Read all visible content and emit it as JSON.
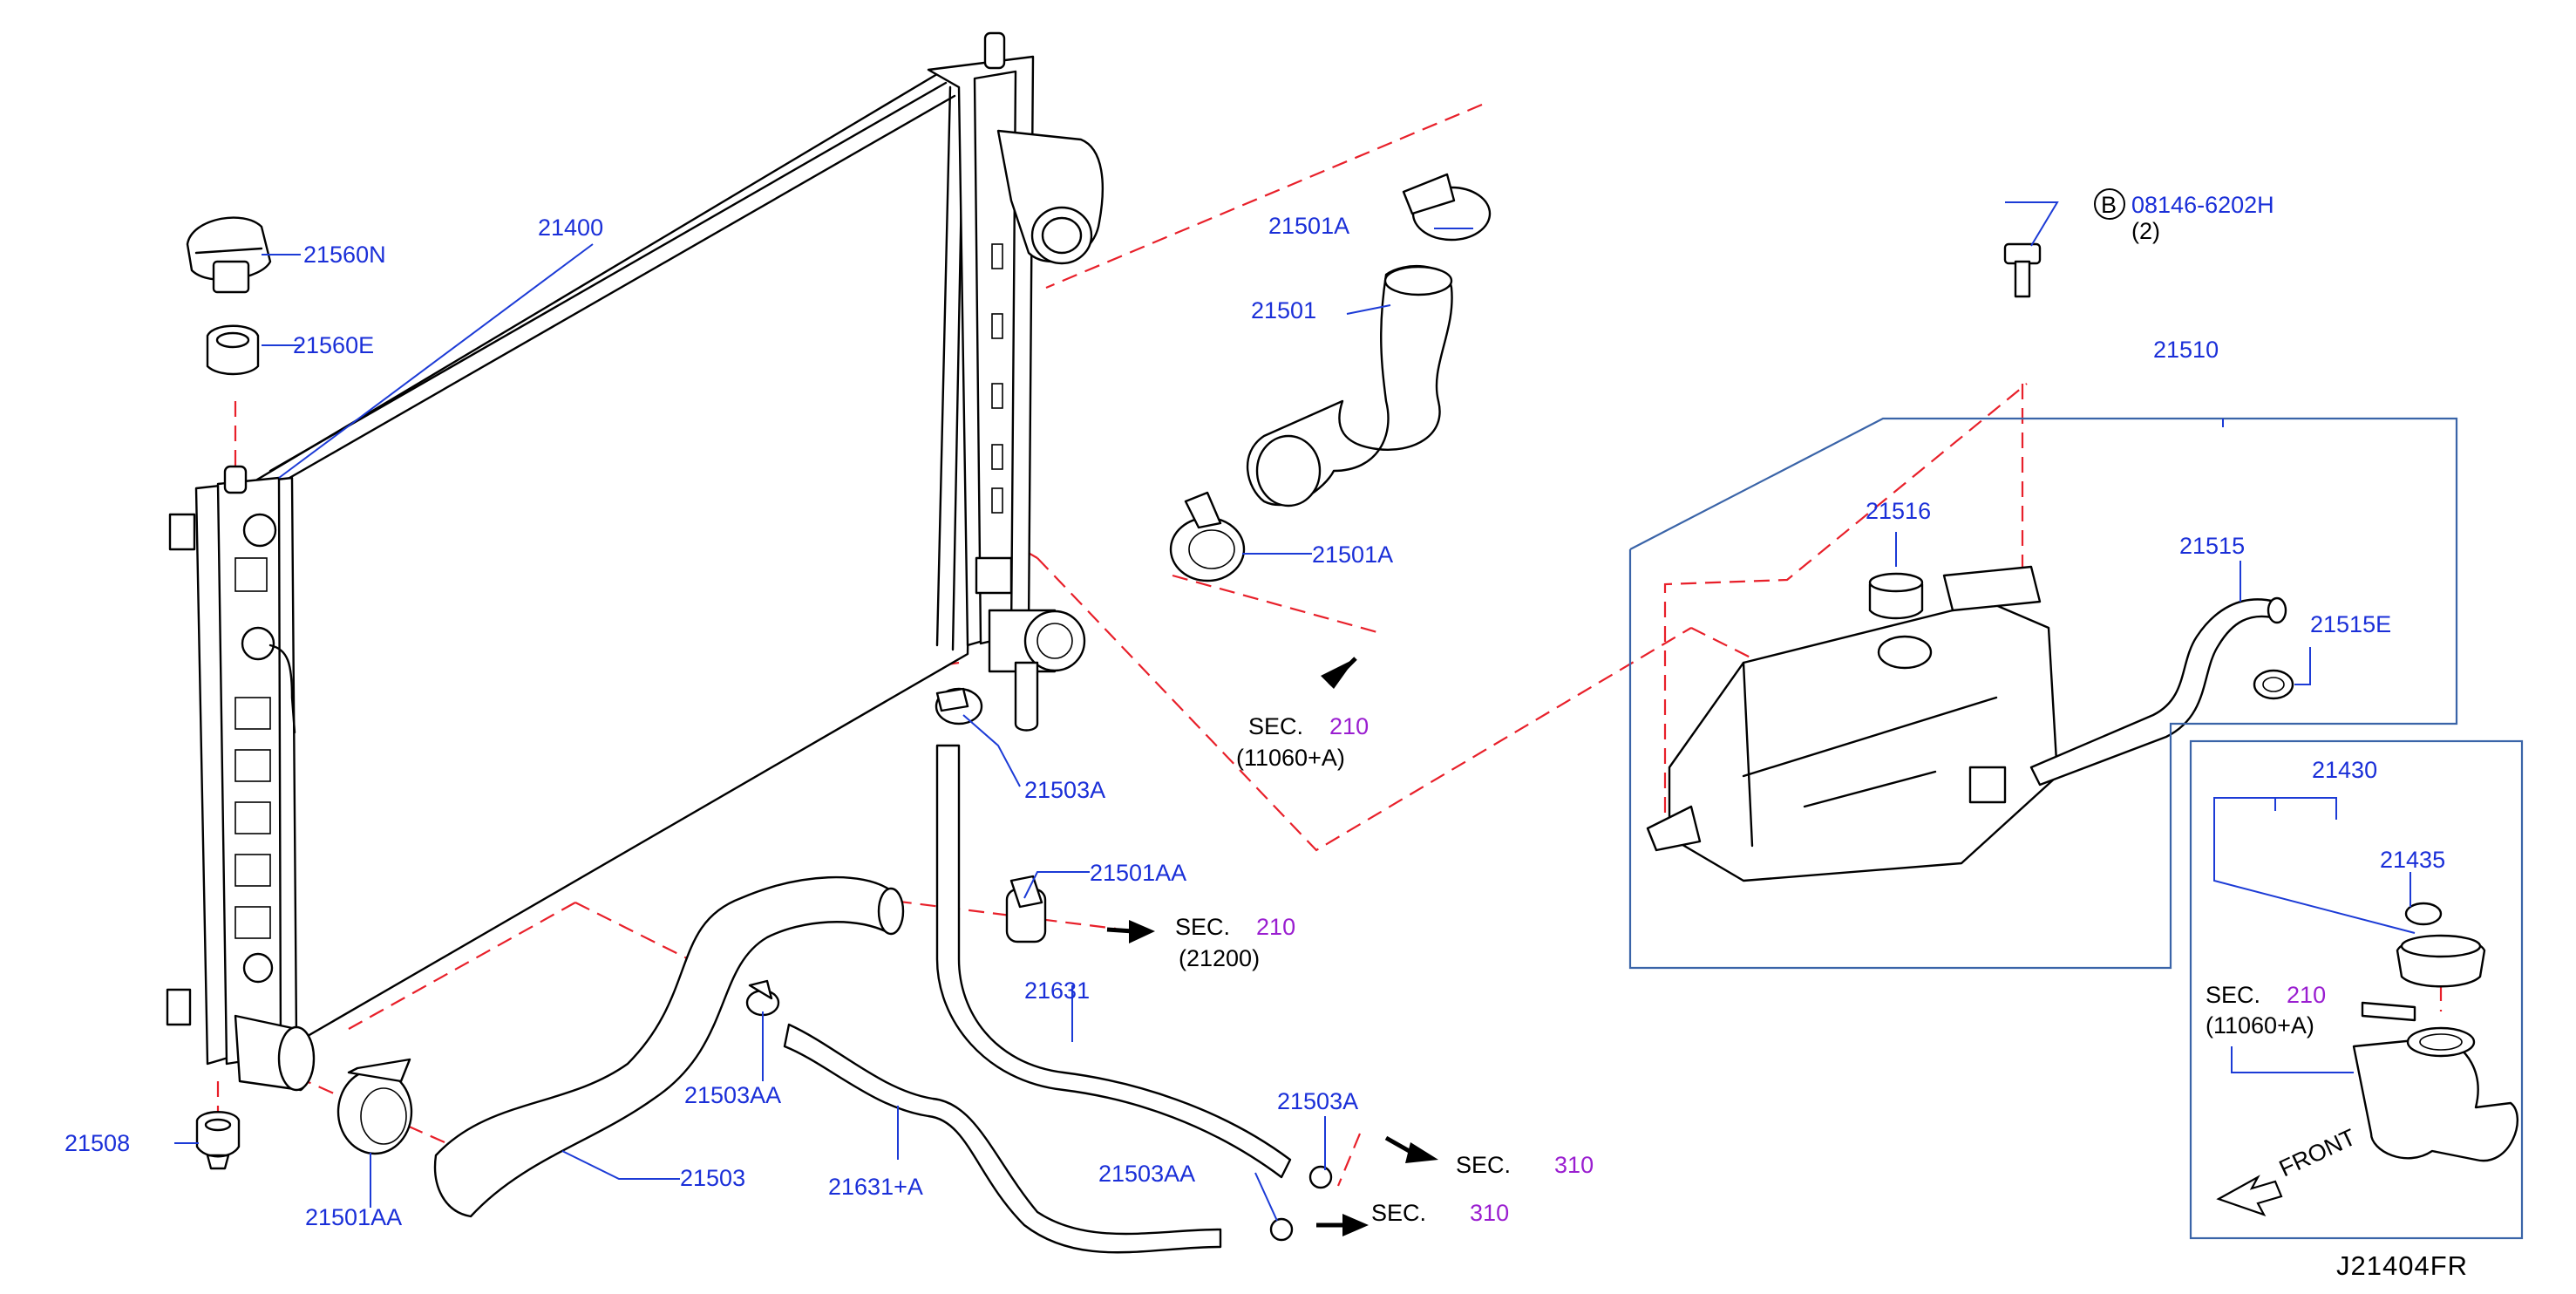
{
  "diagram": {
    "drawing_code": "J21404FR",
    "front_label": "FRONT",
    "parts": {
      "p21400": "21400",
      "p21560N": "21560N",
      "p21560E": "21560E",
      "p21508": "21508",
      "p21501AA_a": "21501AA",
      "p21501AA_b": "21501AA",
      "p21503": "21503",
      "p21503AA_a": "21503AA",
      "p21503AA_b": "21503AA",
      "p21631A": "21631+A",
      "p21631": "21631",
      "p21503A_a": "21503A",
      "p21503A_b": "21503A",
      "p21501A_a": "21501A",
      "p21501A_b": "21501A",
      "p21501": "21501",
      "p21510": "21510",
      "p21516": "21516",
      "p21515": "21515",
      "p21515E": "21515E",
      "p21430": "21430",
      "p21435": "21435",
      "bolt_circle": "B",
      "bolt_number": "08146-6202H",
      "bolt_qty": "(2)"
    },
    "sections": [
      {
        "prefix": "SEC.",
        "number": "210",
        "ref": "(11060+A)"
      },
      {
        "prefix": "SEC.",
        "number": "210",
        "ref": "(21200)"
      },
      {
        "prefix": "SEC.",
        "number": "310"
      },
      {
        "prefix": "SEC.",
        "number": "310"
      },
      {
        "prefix": "SEC.",
        "number": "210",
        "ref": "(11060+A)"
      }
    ]
  }
}
